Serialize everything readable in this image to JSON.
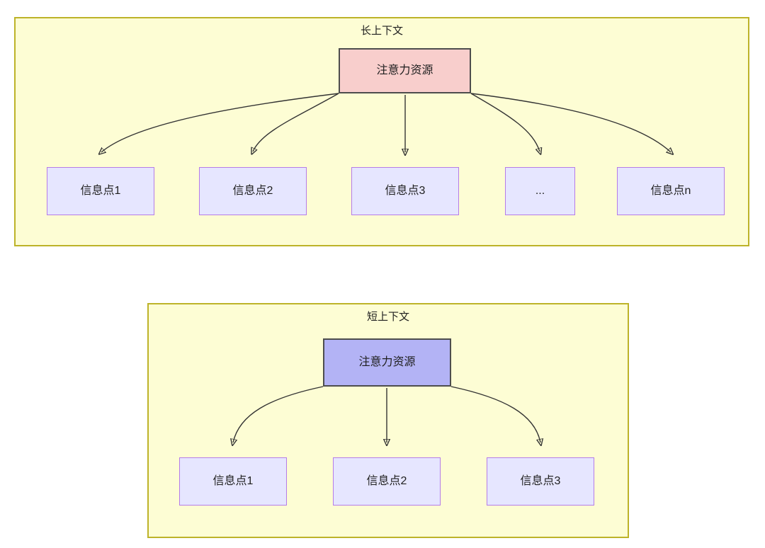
{
  "diagram": {
    "title_long": "长上下文",
    "title_short": "短上下文",
    "colors": {
      "group_fill": "#fdfdd4",
      "group_border": "#bdb329",
      "attention_long_fill": "#f8cecc",
      "attention_short_fill": "#b3b3f5",
      "node_border": "#4d4d4d",
      "info_fill": "#e6e6ff",
      "info_border": "#b57ce8",
      "arrow_stroke": "#333333"
    },
    "long_context": {
      "title": "长上下文",
      "root": {
        "label": "注意力资源"
      },
      "children": [
        {
          "label": "信息点1"
        },
        {
          "label": "信息点2"
        },
        {
          "label": "信息点3"
        },
        {
          "label": "..."
        },
        {
          "label": "信息点n"
        }
      ]
    },
    "short_context": {
      "title": "短上下文",
      "root": {
        "label": "注意力资源"
      },
      "children": [
        {
          "label": "信息点1"
        },
        {
          "label": "信息点2"
        },
        {
          "label": "信息点3"
        }
      ]
    }
  }
}
